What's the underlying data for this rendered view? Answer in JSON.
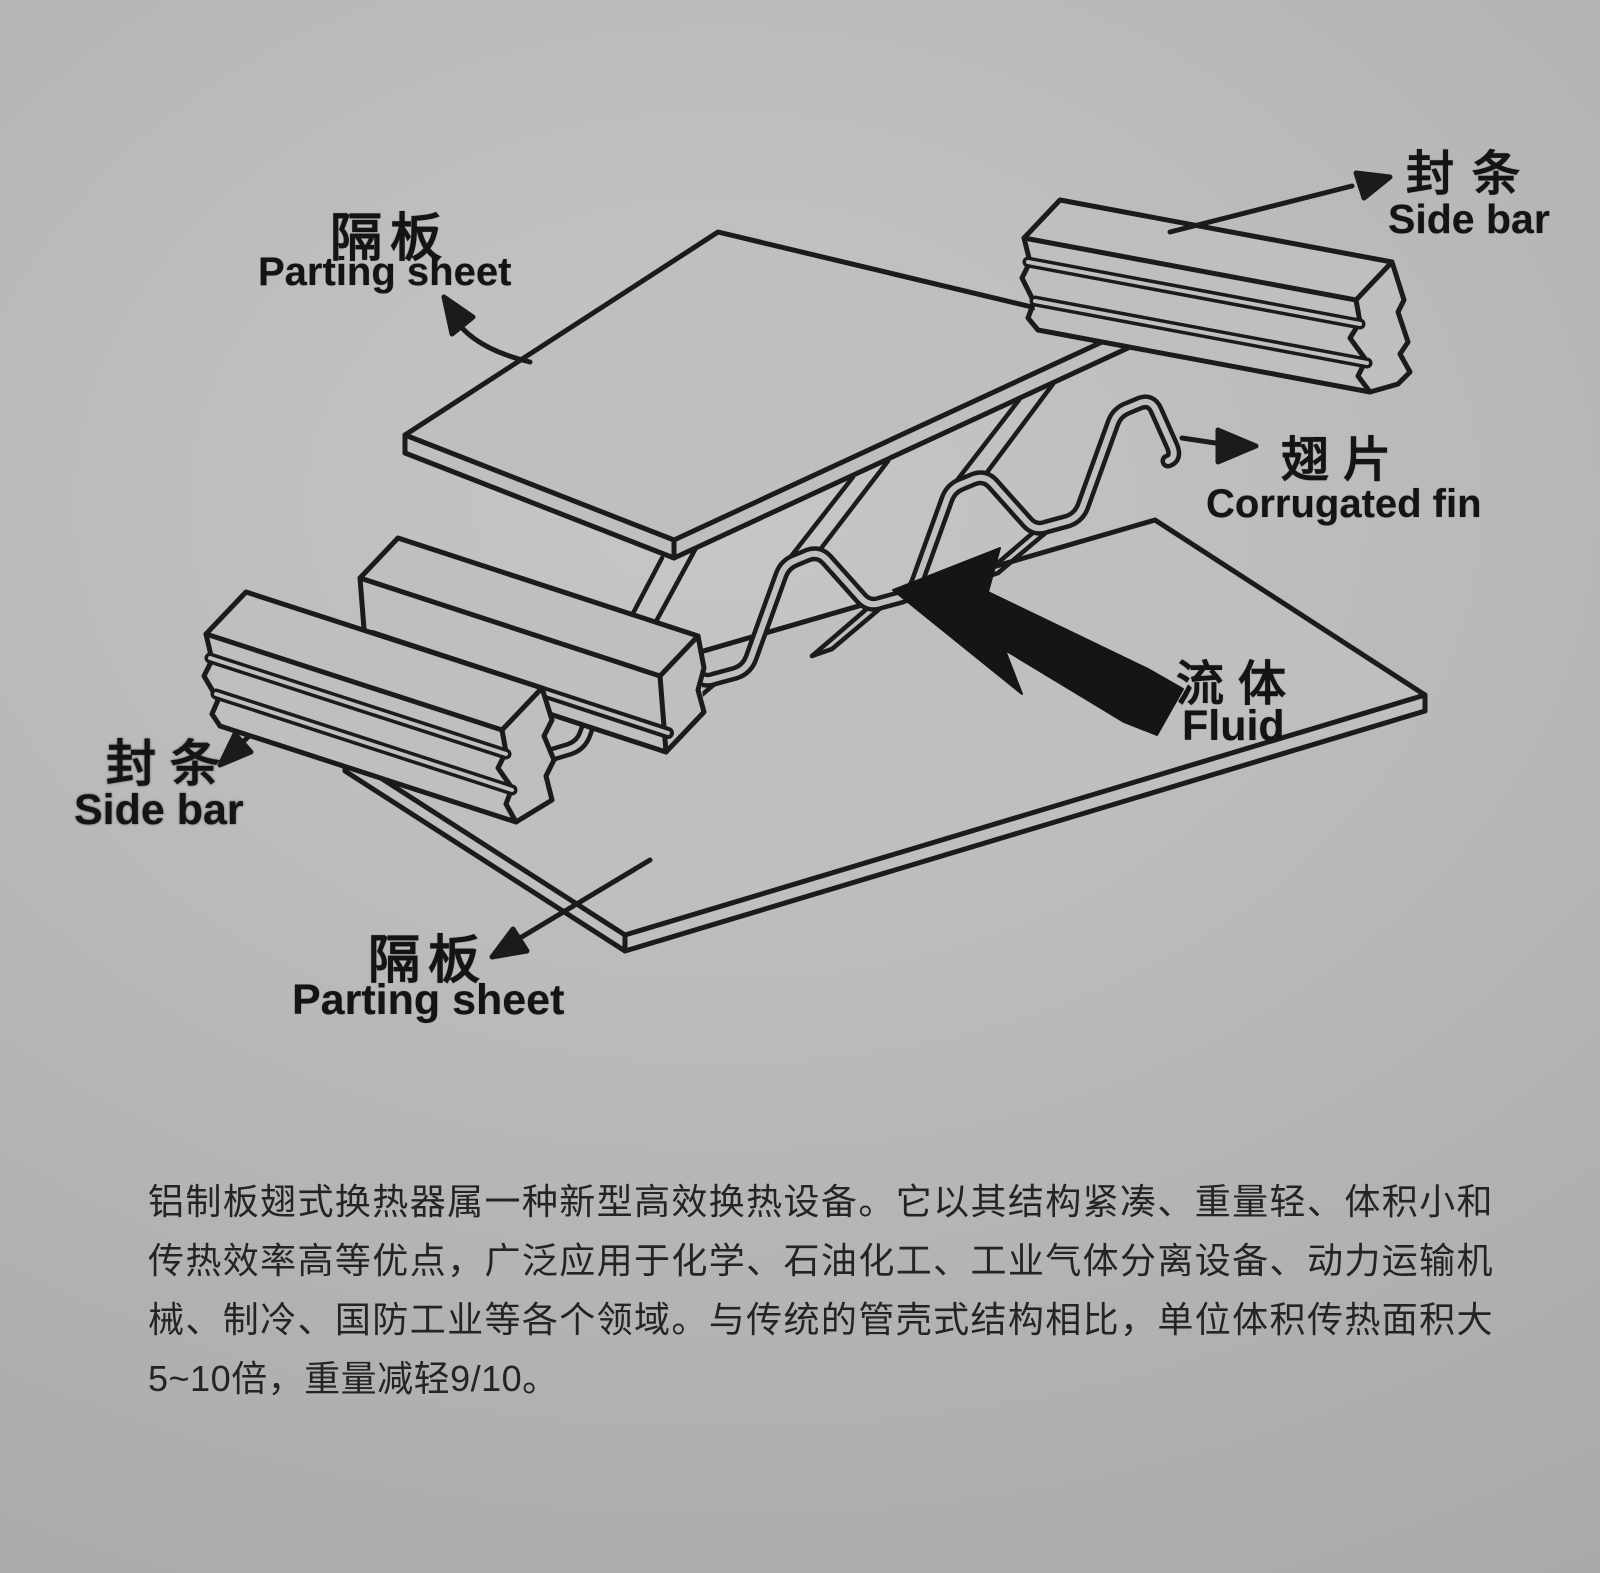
{
  "page": {
    "background": "#b4b4b5",
    "ink": "#1b1b1b"
  },
  "diagram": {
    "type": "exploded isometric line drawing of a plate-fin heat exchanger",
    "labels": {
      "parting_sheet_top": {
        "zh": "隔板",
        "en": "Parting sheet"
      },
      "side_bar_top_right": {
        "zh": "封条",
        "en": "Side bar"
      },
      "corrugated_fin": {
        "zh": "翅片",
        "en": "Corrugated fin"
      },
      "fluid": {
        "zh": "流体",
        "en": "Fluid"
      },
      "side_bar_left": {
        "zh": "封条",
        "en": "Side bar"
      },
      "parting_sheet_bottom": {
        "zh": "隔板",
        "en": "Parting sheet"
      }
    }
  },
  "caption": {
    "text": "铝制板翅式换热器属一种新型高效换热设备。它以其结构紧凑、重量轻、体积小和传热效率高等优点，广泛应用于化学、石油化工、工业气体分离设备、动力运输机械、制冷、国防工业等各个领域。与传统的管壳式结构相比，单位体积传热面积大5~10倍，重量减轻9/10。"
  }
}
